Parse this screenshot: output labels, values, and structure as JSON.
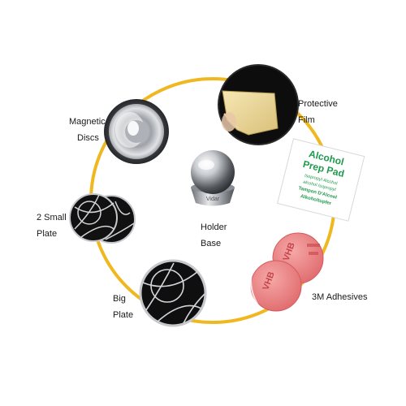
{
  "labels": {
    "magnetic_discs": [
      "Magnetic",
      "Discs"
    ],
    "protective_film": [
      "Protective",
      "Film"
    ],
    "two_small_plate": [
      "2 Small",
      "Plate"
    ],
    "holder_base": [
      "Holder",
      "Base"
    ],
    "big_plate": [
      "Big",
      "Plate"
    ],
    "adhesives": [
      "3M Adhesives"
    ]
  },
  "prep_pad": {
    "title_line1": "Alcohol",
    "title_line2": "Prep Pad",
    "body_lines": [
      "Isopropyl Alcohol",
      "alcohol Isopropyl",
      "Tampon D'Alcool",
      "Alkoholtupfer"
    ]
  },
  "holder_brand": "Vidar",
  "adhesive_print": "VHB",
  "colors": {
    "ring": "#f0b820",
    "adhesive": "#ef7f80",
    "pad_green": "#1f9a4e",
    "plate_black": "#111111",
    "metal": "#bfc3c8"
  }
}
